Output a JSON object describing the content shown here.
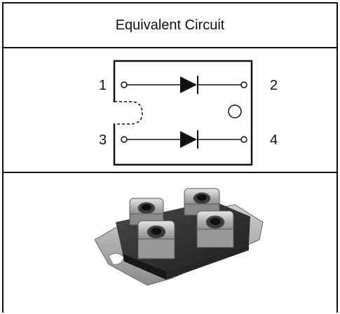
{
  "header": {
    "title": "Equivalent Circuit"
  },
  "circuit": {
    "pins": [
      {
        "number": "1"
      },
      {
        "number": "2"
      },
      {
        "number": "3"
      },
      {
        "number": "4"
      }
    ],
    "components": [
      {
        "type": "diode",
        "from_pin": "1",
        "to_pin": "2",
        "direction": "anode-left"
      },
      {
        "type": "diode",
        "from_pin": "3",
        "to_pin": "4",
        "direction": "anode-left"
      }
    ],
    "colors": {
      "line": "#111111",
      "package_fill": "#2a2a2a",
      "terminal_metal": "#b8b8b8"
    }
  },
  "photo": {
    "subject": "module-package-image"
  }
}
